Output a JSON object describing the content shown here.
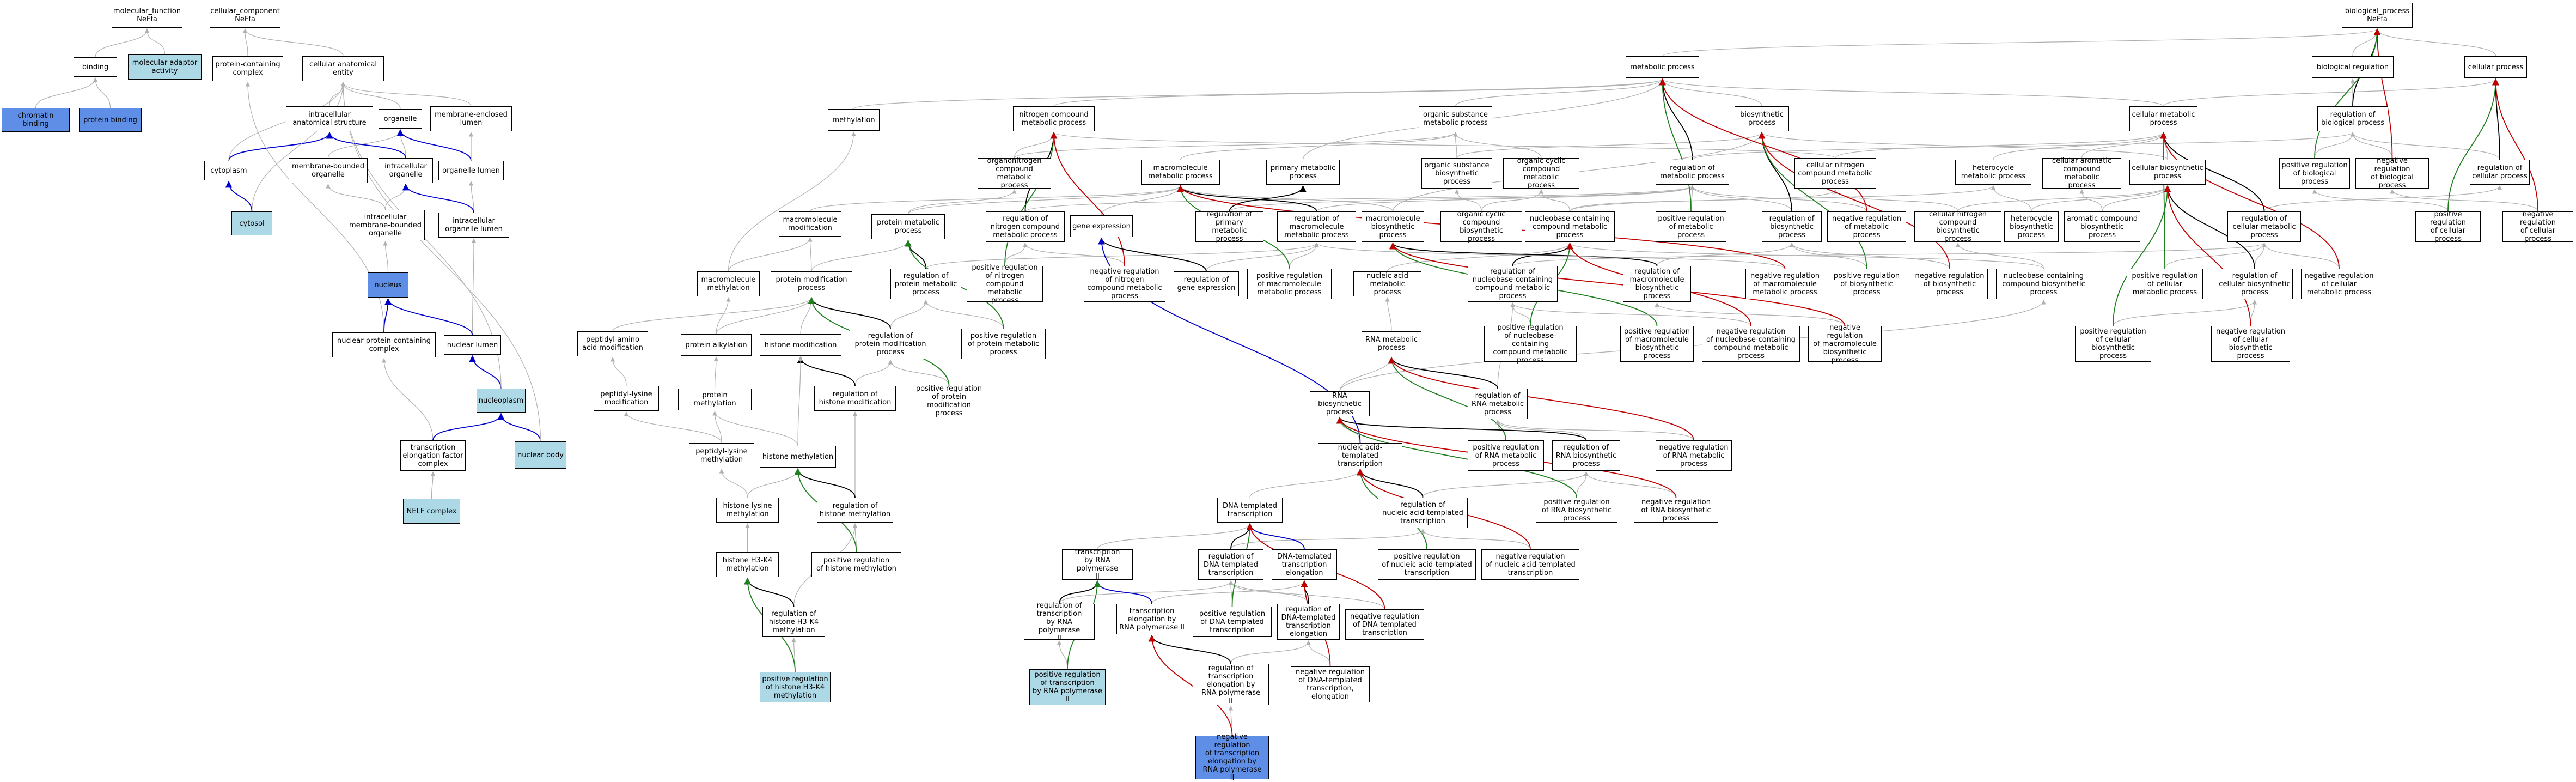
{
  "colors": {
    "is_a": "#b0b0b0",
    "regulates": "#000000",
    "positively_regulates": "#1f7f1f",
    "negatively_regulates": "#c00000",
    "part_of": "#0000cc",
    "light_fill": "#add8e6",
    "dark_fill": "#5e8ee6"
  },
  "nodes": {
    "mf": "molecular_function\nNeFfa",
    "cc": "cellular_component\nNeFfa",
    "binding": "binding",
    "mol_adaptor": "molecular adaptor\nactivity",
    "chromatin_binding": "chromatin binding",
    "protein_binding": "protein binding",
    "protein_complex": "protein-containing\ncomplex",
    "cell_anat": "cellular anatomical\nentity",
    "ic_struct": "intracellular\nanatomical structure",
    "organelle": "organelle",
    "membrane_lumen": "membrane-enclosed\nlumen",
    "cytoplasm": "cytoplasm",
    "mem_bound_org": "membrane-bounded\norganelle",
    "ic_organelle": "intracellular\norganelle",
    "org_lumen": "organelle lumen",
    "cytosol": "cytosol",
    "ic_mem_bound_org": "intracellular\nmembrane-bounded\norganelle",
    "ic_org_lumen": "intracellular\norganelle lumen",
    "nucleus": "nucleus",
    "nuc_prot_complex": "nuclear protein-containing\ncomplex",
    "nuc_lumen": "nuclear lumen",
    "nucleoplasm": "nucleoplasm",
    "tef_complex": "transcription\nelongation factor\ncomplex",
    "nuclear_body": "nuclear body",
    "nelf": "NELF complex",
    "bp": "biological_process\nNeFfa",
    "met_proc": "metabolic process",
    "bio_reg": "biological regulation",
    "cell_proc": "cellular process",
    "methylation": "methylation",
    "n_comp_met": "nitrogen compound\nmetabolic process",
    "org_sub_met": "organic substance\nmetabolic process",
    "biosyn": "biosynthetic\nprocess",
    "cell_met": "cellular metabolic\nprocess",
    "reg_bio": "regulation of\nbiological process",
    "organonitrogen": "organonitrogen\ncompound metabolic\nprocess",
    "macro_met": "macromolecule\nmetabolic process",
    "prim_met": "primary metabolic\nprocess",
    "org_sub_biosyn": "organic substance\nbiosynthetic\nprocess",
    "org_cyc_met": "organic cyclic\ncompound metabolic\nprocess",
    "reg_met": "regulation of\nmetabolic process",
    "cell_n_met": "cellular nitrogen\ncompound metabolic\nprocess",
    "heterocycle_met": "heterocycle\nmetabolic process",
    "cell_arom_met": "cellular aromatic\ncompound metabolic\nprocess",
    "cell_biosyn": "cellular biosynthetic\nprocess",
    "pos_reg_bio": "positive regulation\nof biological\nprocess",
    "neg_reg_bio": "negative regulation\nof biological\nprocess",
    "reg_cell_proc": "regulation of\ncellular process",
    "macro_mod": "macromolecule\nmodification",
    "prot_met": "protein metabolic\nprocess",
    "reg_n_comp": "regulation of\nnitrogen compound\nmetabolic process",
    "gene_expr": "gene expression",
    "reg_prim_met": "regulation of\nprimary metabolic\nprocess",
    "reg_macro_met": "regulation of\nmacromolecule\nmetabolic process",
    "macro_biosyn": "macromolecule\nbiosynthetic\nprocess",
    "org_cyc_biosyn": "organic cyclic\ncompound biosynthetic\nprocess",
    "nuc_cont_met": "nucleobase-containing\ncompound metabolic\nprocess",
    "pos_reg_met": "positive regulation\nof metabolic\nprocess",
    "reg_biosyn": "regulation of\nbiosynthetic\nprocess",
    "neg_reg_met": "negative regulation\nof metabolic\nprocess",
    "cell_n_biosyn": "cellular nitrogen\ncompound biosynthetic\nprocess",
    "heterocycle_biosyn": "heterocycle\nbiosynthetic\nprocess",
    "arom_biosyn": "aromatic compound\nbiosynthetic\nprocess",
    "reg_cell_met": "regulation of\ncellular metabolic\nprocess",
    "pos_reg_cell": "positive regulation\nof cellular\nprocess",
    "neg_reg_cell": "negative regulation\nof cellular\nprocess",
    "macro_methyl": "macromolecule\nmethylation",
    "prot_mod": "protein modification\nprocess",
    "reg_prot_met": "regulation of\nprotein metabolic\nprocess",
    "pos_reg_n_comp": "positive regulation\nof nitrogen\ncompound metabolic\nprocess",
    "neg_reg_n_comp": "negative regulation\nof nitrogen\ncompound metabolic\nprocess",
    "reg_gene_expr": "regulation of\ngene expression",
    "pos_reg_macro_met": "positive regulation\nof macromolecule\nmetabolic process",
    "na_met": "nucleic acid\nmetabolic process",
    "reg_nuc_cont": "regulation of\nnucleobase-containing\ncompound metabolic\nprocess",
    "reg_macro_biosyn": "regulation of\nmacromolecule\nbiosynthetic\nprocess",
    "neg_reg_macro_met": "negative regulation\nof macromolecule\nmetabolic process",
    "pos_reg_biosyn": "positive regulation\nof biosynthetic\nprocess",
    "neg_reg_biosyn": "negative regulation\nof biosynthetic\nprocess",
    "nuc_cont_biosyn": "nucleobase-containing\ncompound biosynthetic\nprocess",
    "pos_reg_cell_met": "positive regulation\nof cellular\nmetabolic process",
    "reg_cell_biosyn": "regulation of\ncellular biosynthetic\nprocess",
    "neg_reg_cell_met": "negative regulation\nof cellular\nmetabolic process",
    "peptidyl_aa_mod": "peptidyl-amino\nacid modification",
    "prot_alkyl": "protein alkylation",
    "histone_mod": "histone modification",
    "reg_prot_mod": "regulation of\nprotein modification\nprocess",
    "pos_reg_prot_met": "positive regulation\nof protein metabolic\nprocess",
    "rna_met": "RNA metabolic\nprocess",
    "pos_reg_nuc_cont": "positive regulation\nof nucleobase-containing\ncompound metabolic\nprocess",
    "pos_reg_macro_biosyn": "positive regulation\nof macromolecule\nbiosynthetic\nprocess",
    "neg_reg_nuc_cont": "negative regulation\nof nucleobase-containing\ncompound metabolic\nprocess",
    "neg_reg_macro_biosyn": "negative regulation\nof macromolecule\nbiosynthetic\nprocess",
    "pos_reg_cell_biosyn": "positive regulation\nof cellular\nbiosynthetic\nprocess",
    "neg_reg_cell_biosyn": "negative regulation\nof cellular\nbiosynthetic\nprocess",
    "peptidyl_lys_mod": "peptidyl-lysine\nmodification",
    "prot_methyl": "protein methylation",
    "reg_histone_mod": "regulation of\nhistone modification",
    "pos_reg_prot_mod": "positive regulation\nof protein modification\nprocess",
    "rna_biosyn": "RNA biosynthetic\nprocess",
    "reg_rna_met": "regulation of\nRNA metabolic\nprocess",
    "peptidyl_lys_methyl": "peptidyl-lysine\nmethylation",
    "histone_methyl": "histone methylation",
    "na_transcription": "nucleic acid-templated\ntranscription",
    "pos_reg_rna_met": "positive regulation\nof RNA metabolic\nprocess",
    "reg_rna_biosyn": "regulation of\nRNA biosynthetic\nprocess",
    "neg_reg_rna_met": "negative regulation\nof RNA metabolic\nprocess",
    "histone_lys_methyl": "histone lysine\nmethylation",
    "reg_histone_methyl": "regulation of\nhistone methylation",
    "reg_na_transcription": "regulation of\nnucleic acid-templated\ntranscription",
    "pos_reg_rna_biosyn": "positive regulation\nof RNA biosynthetic\nprocess",
    "neg_reg_rna_biosyn": "negative regulation\nof RNA biosynthetic\nprocess",
    "dna_transcription": "DNA-templated\ntranscription",
    "h3k4_methyl": "histone H3-K4\nmethylation",
    "pos_reg_histone_methyl": "positive regulation\nof histone methylation",
    "transcription_rnap2": "transcription\nby RNA polymerase\nII",
    "reg_dna_transcription": "regulation of\nDNA-templated\ntranscription",
    "dna_transcription_elong": "DNA-templated\ntranscription\nelongation",
    "pos_reg_na_transcription": "positive regulation\nof nucleic acid-templated\ntranscription",
    "neg_reg_na_transcription": "negative regulation\nof nucleic acid-templated\ntranscription",
    "reg_h3k4": "regulation of\nhistone H3-K4\nmethylation",
    "reg_transcription_rnap2": "regulation of\ntranscription\nby RNA polymerase\nII",
    "transcription_elong_rnap2": "transcription\nelongation by\nRNA polymerase II",
    "pos_reg_dna_transcription": "positive regulation\nof DNA-templated\ntranscription",
    "reg_dna_elong": "regulation of\nDNA-templated\ntranscription\nelongation",
    "neg_reg_dna_transcription": "negative regulation\nof DNA-templated\ntranscription",
    "pos_reg_h3k4": "positive regulation\nof histone H3-K4\nmethylation",
    "pos_reg_transcription_rnap2": "positive regulation\nof transcription\nby RNA polymerase\nII",
    "reg_transcription_elong_rnap2": "regulation of\ntranscription\nelongation by\nRNA polymerase\nII",
    "neg_reg_dna_elong": "negative regulation\nof DNA-templated\ntranscription,\nelongation",
    "neg_reg_transcription_elong_rnap2": "negative regulation\nof transcription\nelongation by\nRNA polymerase\nII"
  }
}
